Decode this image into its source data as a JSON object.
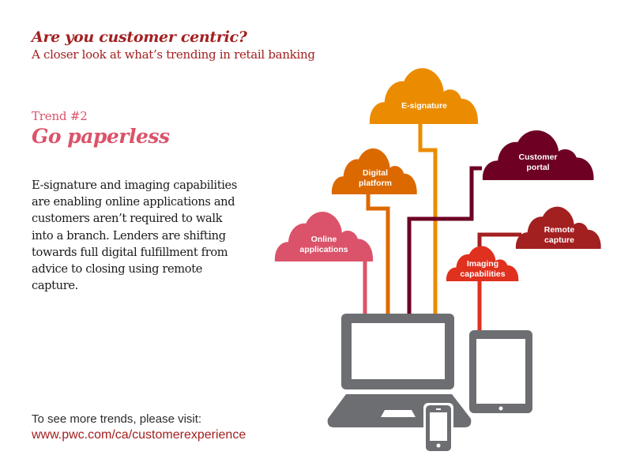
{
  "header": {
    "title": "Are you customer centric?",
    "subtitle": "A closer look at what’s trending in retail banking"
  },
  "trend": {
    "number_label": "Trend #2",
    "title": "Go paperless",
    "body": "E-signature and imaging capabilities are enabling online applications and customers aren’t required to walk into a branch. Lenders are shifting towards full digital fulfillment from advice to closing using remote capture."
  },
  "footer": {
    "visit_label": "To see more trends, please visit:",
    "link_text": "www.pwc.com/ca/customerexperience"
  },
  "diagram": {
    "clouds": [
      {
        "id": "e-signature",
        "lines": [
          "E-signature"
        ],
        "color": "#eb8c00"
      },
      {
        "id": "digital-platform",
        "lines": [
          "Digital",
          "platform"
        ],
        "color": "#dc6900"
      },
      {
        "id": "customer-portal",
        "lines": [
          "Customer",
          "portal"
        ],
        "color": "#6e0023"
      },
      {
        "id": "online-applications",
        "lines": [
          "Online",
          "applications"
        ],
        "color": "#db536a"
      },
      {
        "id": "remote-capture",
        "lines": [
          "Remote",
          "capture"
        ],
        "color": "#a32020"
      },
      {
        "id": "imaging-capabilities",
        "lines": [
          "Imaging",
          "capabilities"
        ],
        "color": "#e0301e"
      }
    ],
    "devices": {
      "color": "#6d6e71",
      "items": [
        "laptop",
        "tablet",
        "smartphone"
      ]
    }
  }
}
